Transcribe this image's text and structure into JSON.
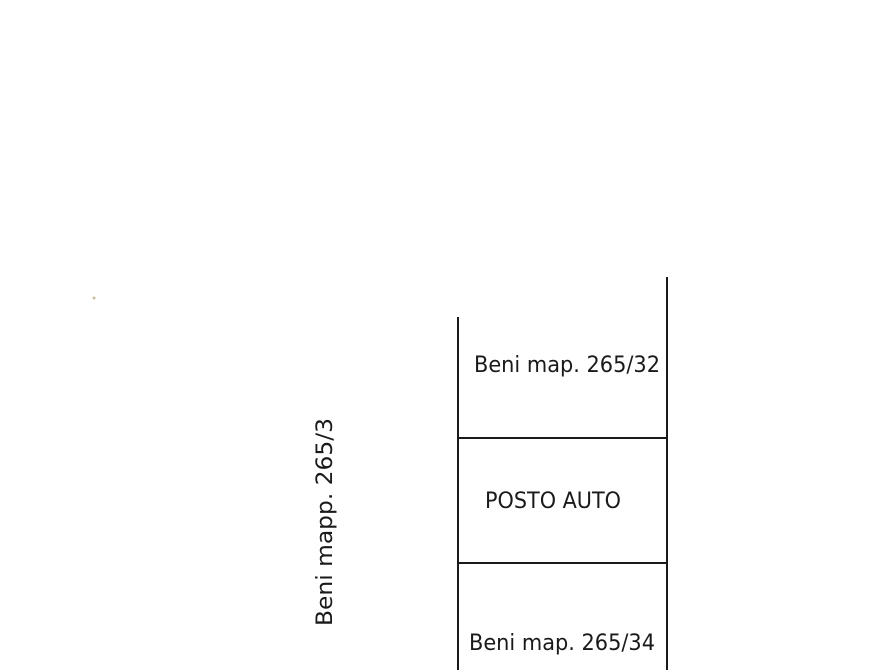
{
  "plan": {
    "parcels": [
      {
        "label": "Beni map. 265/32"
      },
      {
        "label": "POSTO AUTO"
      },
      {
        "label": "Beni map. 265/34"
      }
    ],
    "side_label": "Beni mapp. 265/3"
  },
  "colors": {
    "line": "#1a1a1a",
    "paper": "#ffffff"
  }
}
